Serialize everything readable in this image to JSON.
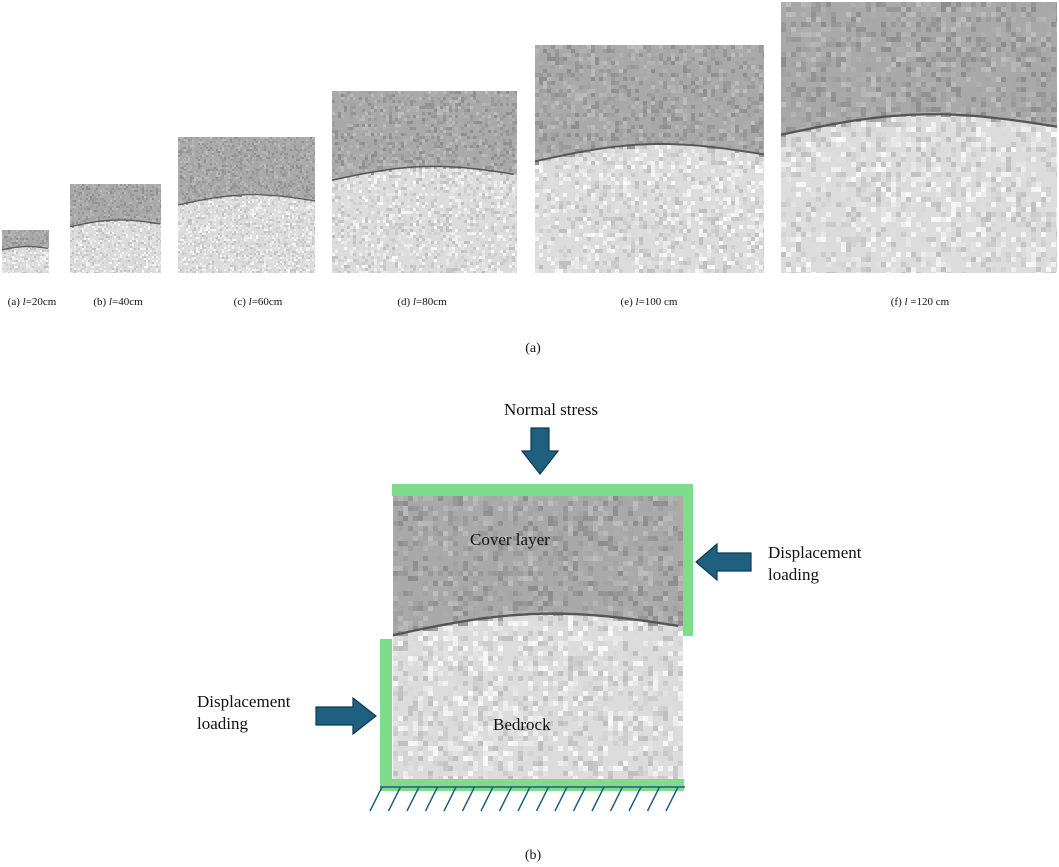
{
  "panel_a": {
    "label": "(a)",
    "samples": [
      {
        "caption_prefix": "(a) ",
        "caption_var": "l",
        "caption_suffix": "=20cm"
      },
      {
        "caption_prefix": "(b) ",
        "caption_var": "l",
        "caption_suffix": "=40cm"
      },
      {
        "caption_prefix": "(c) ",
        "caption_var": "l",
        "caption_suffix": "=60cm"
      },
      {
        "caption_prefix": "(d) ",
        "caption_var": "l",
        "caption_suffix": "=80cm"
      },
      {
        "caption_prefix": "(e) ",
        "caption_var": "l",
        "caption_suffix": "=100 cm"
      },
      {
        "caption_prefix": "(f) ",
        "caption_var": "l",
        "caption_suffix": " =120 cm"
      }
    ]
  },
  "panel_b": {
    "label": "(b)",
    "normal_stress": "Normal stress",
    "cover_layer": "Cover layer",
    "bedrock": "Bedrock",
    "displacement_right_line1": "Displacement",
    "displacement_right_line2": "loading",
    "displacement_left_line1": "Displacement",
    "displacement_left_line2": "loading"
  },
  "colors": {
    "frame_green": "#7fdc8a",
    "arrow_fill": "#1f5f7f",
    "hatch_line": "#1f5f7f",
    "cover_gray": "#a9a9a9",
    "bedrock_gray": "#dcdcdc",
    "interface_dark": "#555555"
  }
}
